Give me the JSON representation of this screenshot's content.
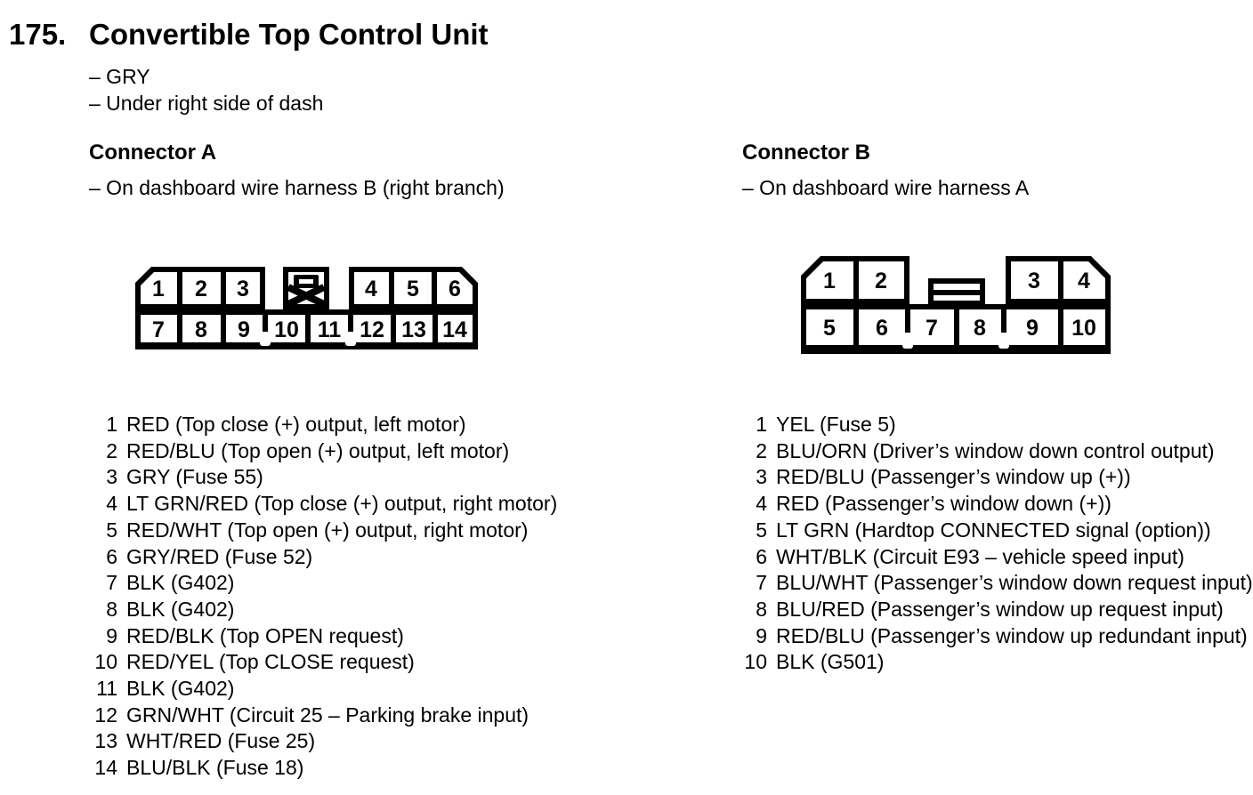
{
  "page": {
    "number": "175.",
    "title": "Convertible Top Control Unit",
    "bullet1": "– GRY",
    "bullet2": "– Under right side of dash"
  },
  "connector_a": {
    "heading": "Connector A",
    "note": "– On dashboard wire harness B (right branch)",
    "diagram": {
      "top_pins": [
        "1",
        "2",
        "3",
        "4",
        "5",
        "6"
      ],
      "bottom_pins": [
        "7",
        "8",
        "9",
        "10",
        "11",
        "12",
        "13",
        "14"
      ],
      "lock_icon": "keyway-lock"
    },
    "pins": [
      {
        "num": "1",
        "desc": "RED (Top close (+) output, left motor)"
      },
      {
        "num": "2",
        "desc": "RED/BLU (Top open (+) output, left motor)"
      },
      {
        "num": "3",
        "desc": "GRY (Fuse 55)"
      },
      {
        "num": "4",
        "desc": "LT GRN/RED (Top close (+) output, right motor)"
      },
      {
        "num": "5",
        "desc": "RED/WHT (Top open (+) output, right motor)"
      },
      {
        "num": "6",
        "desc": "GRY/RED (Fuse 52)"
      },
      {
        "num": "7",
        "desc": "BLK (G402)"
      },
      {
        "num": "8",
        "desc": "BLK (G402)"
      },
      {
        "num": "9",
        "desc": "RED/BLK (Top OPEN request)"
      },
      {
        "num": "10",
        "desc": "RED/YEL (Top CLOSE request)"
      },
      {
        "num": "11",
        "desc": "BLK (G402)"
      },
      {
        "num": "12",
        "desc": "GRN/WHT (Circuit 25 – Parking brake input)"
      },
      {
        "num": "13",
        "desc": "WHT/RED (Fuse 25)"
      },
      {
        "num": "14",
        "desc": "BLU/BLK (Fuse 18)"
      }
    ]
  },
  "connector_b": {
    "heading": "Connector B",
    "note": "– On dashboard wire harness A",
    "diagram": {
      "top_pins": [
        "1",
        "2",
        "3",
        "4"
      ],
      "bottom_pins": [
        "5",
        "6",
        "7",
        "8",
        "9",
        "10"
      ],
      "latch_icon": "latch-tab"
    },
    "pins": [
      {
        "num": "1",
        "desc": "YEL (Fuse 5)"
      },
      {
        "num": "2",
        "desc": "BLU/ORN (Driver’s window down control output)"
      },
      {
        "num": "3",
        "desc": "RED/BLU (Passenger’s window up (+))"
      },
      {
        "num": "4",
        "desc": "RED (Passenger’s window down (+))"
      },
      {
        "num": "5",
        "desc": "LT GRN (Hardtop CONNECTED signal (option))"
      },
      {
        "num": "6",
        "desc": "WHT/BLK (Circuit E93 – vehicle speed input)"
      },
      {
        "num": "7",
        "desc": "BLU/WHT (Passenger’s window down request input)"
      },
      {
        "num": "8",
        "desc": "BLU/RED (Passenger’s window up request input)"
      },
      {
        "num": "9",
        "desc": "RED/BLU (Passenger’s window up redundant input)"
      },
      {
        "num": "10",
        "desc": "BLK (G501)"
      }
    ]
  }
}
